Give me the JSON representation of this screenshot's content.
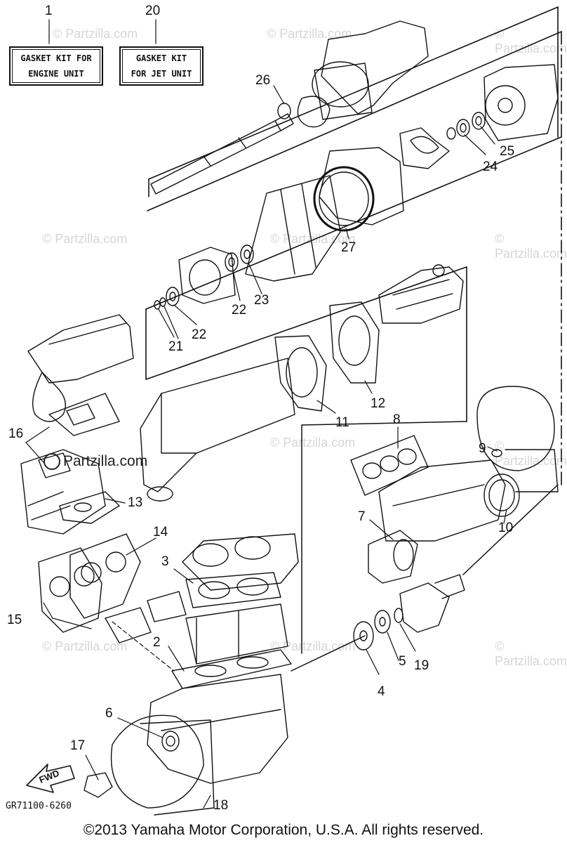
{
  "kit_labels": [
    {
      "id": "1",
      "line1": "GASKET KIT FOR",
      "line2": "ENGINE UNIT"
    },
    {
      "id": "20",
      "line1": "GASKET KIT",
      "line2": "FOR JET UNIT"
    }
  ],
  "callouts": [
    "1",
    "20",
    "26",
    "25",
    "24",
    "27",
    "22",
    "23",
    "22",
    "21",
    "12",
    "11",
    "8",
    "16",
    "13",
    "9",
    "7",
    "10",
    "14",
    "3",
    "15",
    "2",
    "4",
    "5",
    "19",
    "6",
    "17",
    "18"
  ],
  "watermark": {
    "symbol_text": "© Partzilla.com",
    "dark_text": "Partzilla.com"
  },
  "direction_label": "FWD",
  "reference_code": "GR71100-6260",
  "copyright": "©2013  Yamaha Motor Corporation, U.S.A. All rights reserved.",
  "colors": {
    "line": "#111111",
    "watermark": "#d6d6d6",
    "background": "#ffffff"
  }
}
